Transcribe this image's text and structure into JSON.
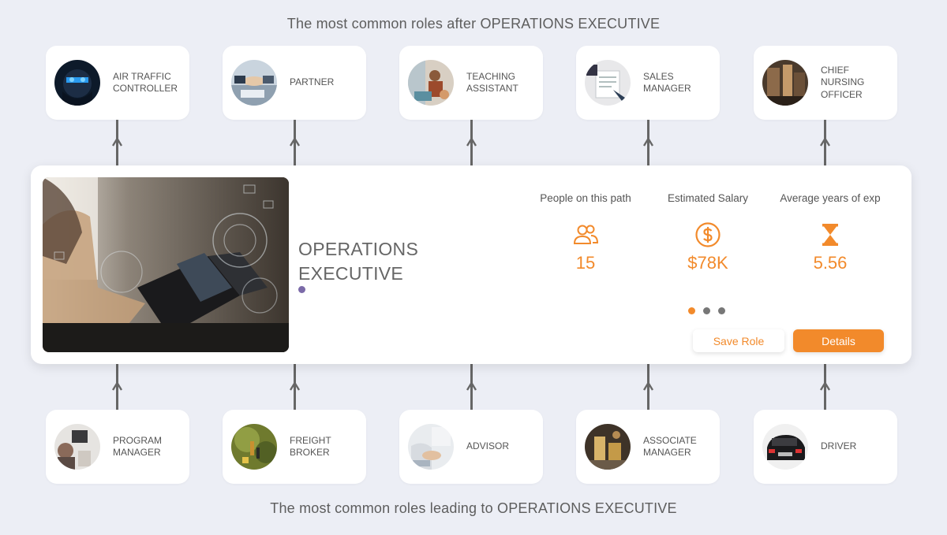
{
  "headings": {
    "after": "The most common roles after OPERATIONS EXECUTIVE",
    "leading": "The most common roles leading to OPERATIONS EXECUTIVE"
  },
  "roles_after": [
    {
      "label": "AIR TRAFFIC CONTROLLER",
      "photo": "air-traffic-controller-photo"
    },
    {
      "label": "PARTNER",
      "photo": "partner-photo"
    },
    {
      "label": "TEACHING ASSISTANT",
      "photo": "teaching-assistant-photo"
    },
    {
      "label": "SALES MANAGER",
      "photo": "sales-manager-photo"
    },
    {
      "label": "CHIEF NURSING OFFICER",
      "photo": "chief-nursing-officer-photo"
    }
  ],
  "roles_leading": [
    {
      "label": "PROGRAM MANAGER",
      "photo": "program-manager-photo"
    },
    {
      "label": "FREIGHT BROKER",
      "photo": "freight-broker-photo"
    },
    {
      "label": "ADVISOR",
      "photo": "advisor-photo"
    },
    {
      "label": "ASSOCIATE MANAGER",
      "photo": "associate-manager-photo"
    },
    {
      "label": "DRIVER",
      "photo": "driver-photo"
    }
  ],
  "current_role": {
    "title": "OPERATIONS EXECUTIVE",
    "photo": "laptop-work-photo",
    "stats": [
      {
        "label": "People on this path",
        "icon": "people-icon",
        "value": "15"
      },
      {
        "label": "Estimated Salary",
        "icon": "dollar-icon",
        "value": "$78K"
      },
      {
        "label": "Average years of exp",
        "icon": "hourglass-icon",
        "value": "5.56"
      }
    ],
    "pager": {
      "pages": 3,
      "active": 1
    }
  },
  "actions": {
    "save_label": "Save Role",
    "details_label": "Details"
  },
  "colors": {
    "accent": "#f28a2b",
    "background": "#eceef5",
    "title_dot": "#7b6aa8"
  }
}
